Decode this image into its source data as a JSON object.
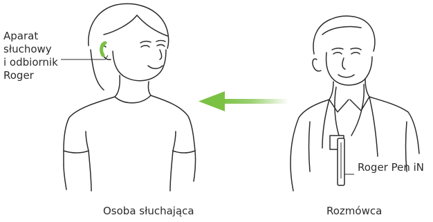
{
  "labels": {
    "device_lines": [
      "Aparat",
      "słuchowy",
      "i odbiornik",
      "Roger"
    ],
    "pen": "Roger Pen iN"
  },
  "captions": {
    "listener": "Osoba słuchająca",
    "speaker": "Rozmówca"
  },
  "colors": {
    "accent": "#7bc143",
    "line": "#2a2a2a"
  }
}
